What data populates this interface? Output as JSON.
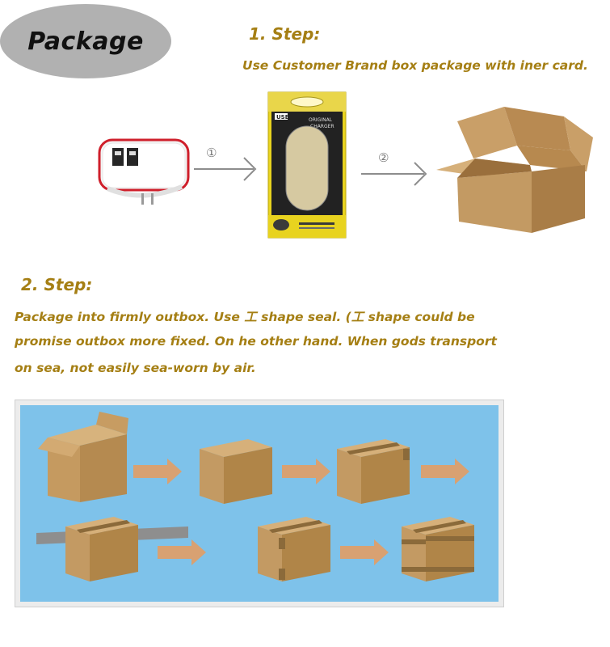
{
  "header": {
    "title": "Package"
  },
  "step1": {
    "title": "1. Step:",
    "description": "Use Customer Brand box package with iner card.",
    "markers": [
      "①",
      "②"
    ],
    "retail_box": {
      "brand": "USB",
      "label": "ORIGINAL CHARGER",
      "accent_color": "#e7d21d"
    },
    "charger": {
      "trim_color": "#cf1f2b"
    }
  },
  "step2": {
    "title": "2. Step:",
    "lines": [
      "Package into firmly outbox. Use 工  shape seal. (工  shape could be",
      "promise outbox more fixed. On he other hand. When gods transport",
      "on sea, not  easily sea-worn by air."
    ]
  },
  "colors": {
    "text_gold": "#a57f14",
    "badge_gray": "#b1b1b1",
    "panel_blue": "#7ec2ea",
    "cardboard": "#c8a06a",
    "tape": "#8b6a3a",
    "arrow": "#d8a172"
  }
}
